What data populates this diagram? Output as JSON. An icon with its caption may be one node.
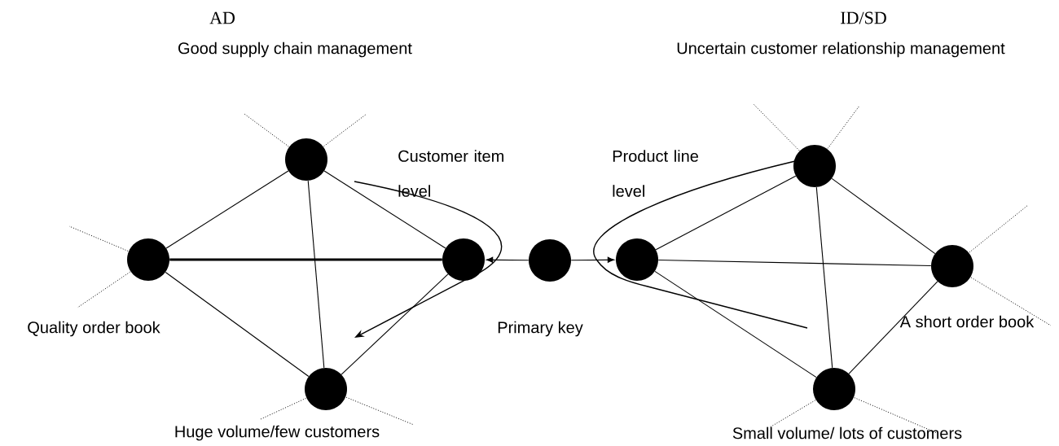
{
  "diagram": {
    "nodes": [
      {
        "text": [],
        "shape": "circle"
      },
      {
        "text": [],
        "shape": "circle",
        "beside": [
          "Quality order book"
        ]
      },
      {
        "text": [],
        "shape": "circle"
      },
      {
        "text": [],
        "shape": "circle",
        "beside": [
          "Huge volume/few customers"
        ]
      },
      {
        "text": [],
        "shape": "circle",
        "beside": [
          "Primary key"
        ]
      },
      {
        "text": [],
        "shape": "circle"
      },
      {
        "text": [],
        "shape": "circle"
      },
      {
        "text": [],
        "shape": "circle",
        "beside": [
          "A short order book"
        ]
      },
      {
        "text": [],
        "shape": "circle",
        "beside": [
          "Small volume/ lots of customers"
        ]
      }
    ],
    "edges": [
      {
        "from": 0,
        "to": 1,
        "arrow": "none"
      },
      {
        "from": 0,
        "to": 2,
        "arrow": "none"
      },
      {
        "from": 0,
        "to": 3,
        "arrow": "none"
      },
      {
        "from": 1,
        "to": 2,
        "arrow": "none",
        "style": "thick"
      },
      {
        "from": 1,
        "to": 3,
        "arrow": "none"
      },
      {
        "from": 2,
        "to": 3,
        "arrow": "none"
      },
      {
        "from": 4,
        "to": 2,
        "arrow": "to"
      },
      {
        "from": 4,
        "to": 5,
        "arrow": "to"
      },
      {
        "from": 5,
        "to": 6,
        "arrow": "none"
      },
      {
        "from": 5,
        "to": 7,
        "arrow": "none"
      },
      {
        "from": 5,
        "to": 8,
        "arrow": "none"
      },
      {
        "from": 6,
        "to": 7,
        "arrow": "none"
      },
      {
        "from": 6,
        "to": 8,
        "arrow": "none"
      },
      {
        "from": 7,
        "to": 8,
        "arrow": "none"
      }
    ],
    "labels": [
      "AD",
      "ID/SD",
      "Good supply chain management",
      "Uncertain customer relationship management",
      "Customer item level",
      "Product line level"
    ]
  }
}
